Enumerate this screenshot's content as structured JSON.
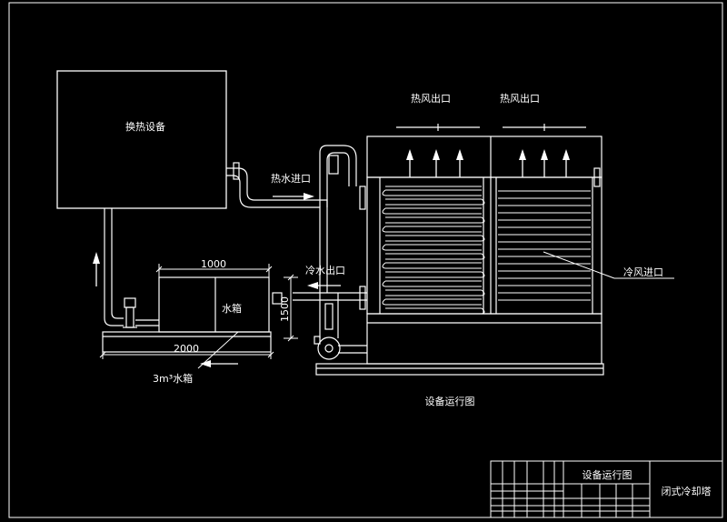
{
  "labels": {
    "heat_exchanger": "换热设备",
    "hot_air_outlet_1": "热风出口",
    "hot_air_outlet_2": "热风出口",
    "hot_water_inlet": "热水进口",
    "cold_water_outlet": "冷水出口",
    "cold_air_inlet": "冷风进口",
    "water_tank": "水箱",
    "tank_volume": "3m³水箱",
    "diagram_caption": "设备运行图"
  },
  "dimensions": {
    "tank_width": "1000",
    "base_width": "2000",
    "tank_height": "1500"
  },
  "title_block": {
    "drawing_title": "设备运行图",
    "product_name": "闭式冷却塔"
  },
  "colors": {
    "background": "#000000",
    "line": "#ffffff"
  }
}
